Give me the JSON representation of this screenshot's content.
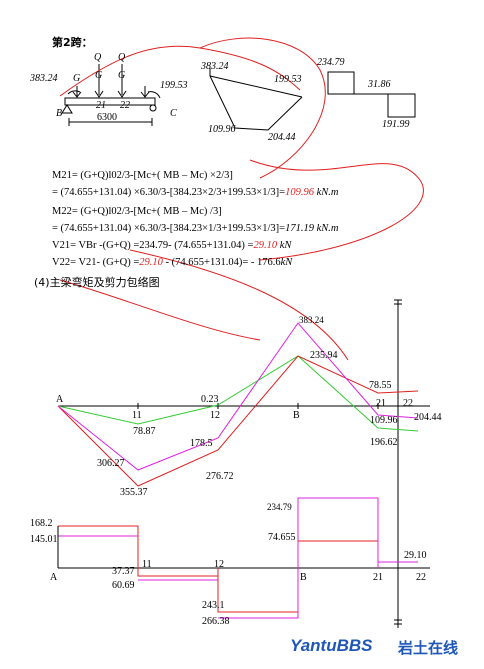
{
  "headings": {
    "span": "第2跨：",
    "envelope": "(4)主梁弯矩及剪力包络图"
  },
  "loading_diagram": {
    "loads": [
      "G",
      "Q",
      "G",
      "Q",
      "G"
    ],
    "moment_left": "383.24",
    "moment_right": "199.53",
    "section_21": "21",
    "section_22": "22",
    "span_length": "6300",
    "support_left": "B",
    "support_right": "C"
  },
  "moment_sketch": {
    "top_left": "383.24",
    "top_right": "199.53",
    "bottom_left": "109.96",
    "bottom_right": "204.44"
  },
  "shear_sketch": {
    "left_value": "234.79",
    "mid_value": "31.86",
    "right_value": "191.99"
  },
  "equations": [
    {
      "lhs": "M21= (G+Q)l02/3-[Mc+( MB – Mc) ×2/3]"
    },
    {
      "lhs": "   = (74.655+131.04) ×6.30/3-[384.23×2/3+199.53×1/3]=",
      "result": "109.96",
      "unit": "kN.m"
    },
    {
      "lhs": "M22= (G+Q)l02/3-[Mc+( MB – Mc) /3]"
    },
    {
      "lhs": "   = (74.655+131.04) ×6.30/3-[384.23×1/3+199.53×1/3]=",
      "result": "171.19",
      "unit": "kN.m"
    },
    {
      "lhs": "V21= VBr -(G+Q) =234.79- (74.655+131.04) =",
      "result": "29.10",
      "unit": "kN"
    },
    {
      "lhs": "V22= V21- (G+Q) =",
      "result": "29.10",
      "rest": "  - (74.655+131.04)= - 176.6",
      "unit": "kN"
    }
  ],
  "moment_envelope": {
    "labels": {
      "A": "A",
      "s11": "11",
      "s12": "12",
      "B": "B",
      "s21": "21",
      "s22": "22",
      "v383": "383.24",
      "v23594": "235.94",
      "v023": "0.23",
      "v7855": "78.55",
      "v7887": "78.87",
      "v1785": "178.5",
      "v30627": "306.27",
      "v35537": "355.37",
      "v27672": "276.72",
      "v10996": "109.96",
      "v19662": "196.62",
      "v20444": "204.44"
    },
    "colors": {
      "green": "#33cc33",
      "red": "#e02020",
      "magenta": "#e020e0",
      "axis": "#000000"
    }
  },
  "shear_envelope": {
    "labels": {
      "v1682": "168.2",
      "v14501": "145.01",
      "v3737": "37.37",
      "v6069": "60.69",
      "v2431": "243.1",
      "v26638": "266.38",
      "v23479": "234.79",
      "v74655": "74.655",
      "v2910": "29.10",
      "A": "A",
      "s11": "11",
      "s12": "12",
      "B": "B",
      "s21": "21",
      "s22": "22"
    }
  },
  "watermark": {
    "en": "YantuBBS",
    "cn": "岩土在线"
  }
}
